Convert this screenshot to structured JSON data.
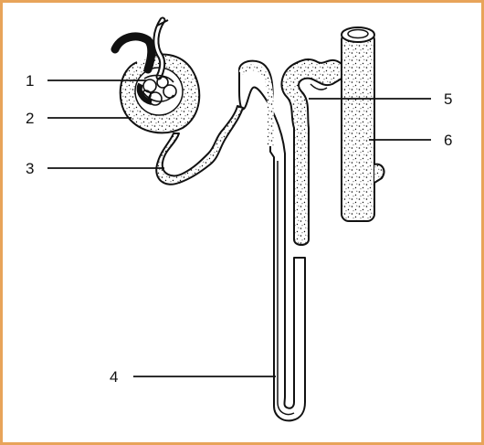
{
  "colors": {
    "border": "#e8a45a",
    "ink": "#111111",
    "background": "#ffffff"
  },
  "labels": [
    {
      "id": "1",
      "text": "1"
    },
    {
      "id": "2",
      "text": "2"
    },
    {
      "id": "3",
      "text": "3"
    },
    {
      "id": "4",
      "text": "4"
    },
    {
      "id": "5",
      "text": "5"
    },
    {
      "id": "6",
      "text": "6"
    }
  ]
}
